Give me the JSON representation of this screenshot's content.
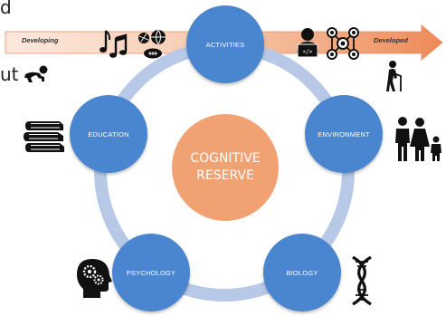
{
  "edge_fragments": {
    "top_left": "d",
    "mid_left": "ut"
  },
  "arrow": {
    "left_label": "Developing",
    "right_label": "Developed",
    "color_light": "#f7d9c8",
    "color_dark": "#ee8a57"
  },
  "center": {
    "line1": "COGNITIVE",
    "line2": "RESERVE",
    "color": "#f1a272"
  },
  "ring_color": "#b7c9e6",
  "node_color": "#4a86cf",
  "nodes": {
    "activities": "ACTIVITIES",
    "environment": "ENVIRONMENT",
    "biology": "BIOLOGY",
    "psychology": "PSYCHOLOGY",
    "education": "EDUCATION"
  },
  "icons": [
    "baby-icon",
    "music-notes-icon",
    "sports-balls-icon",
    "programmer-icon",
    "network-icon",
    "elderly-icon",
    "books-icon",
    "family-icon",
    "head-gears-icon",
    "dna-icon"
  ]
}
